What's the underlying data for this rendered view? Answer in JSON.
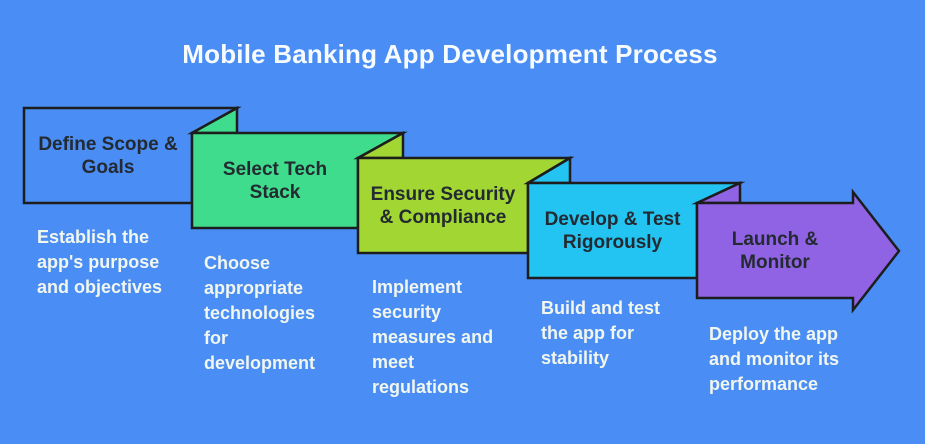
{
  "canvas": {
    "background_color": "#4a8ef5",
    "outline_color": "#1d1d1d"
  },
  "title": {
    "text": "Mobile Banking App Development Process",
    "color": "#f8fbfd"
  },
  "text_colors": {
    "step_label": "#232a31",
    "description": "#f1f6ee"
  },
  "steps": [
    {
      "label": "Define Scope &\nGoals",
      "description": "Establish the\napp's purpose\nand objectives",
      "fill": "#4a8ef5"
    },
    {
      "label": "Select Tech\nStack",
      "description": "Choose\nappropriate\ntechnologies\nfor\ndevelopment",
      "fill": "#3edc8c"
    },
    {
      "label": "Ensure Security\n& Compliance",
      "description": "Implement\nsecurity\nmeasures and\nmeet\nregulations",
      "fill": "#a1d633"
    },
    {
      "label": "Develop & Test\nRigorously",
      "description": "Build and test\nthe app for\nstability",
      "fill": "#23c3f2"
    },
    {
      "label": "Launch &\nMonitor",
      "description": "Deploy the app\nand monitor its\nperformance",
      "fill": "#8f63e3"
    }
  ]
}
